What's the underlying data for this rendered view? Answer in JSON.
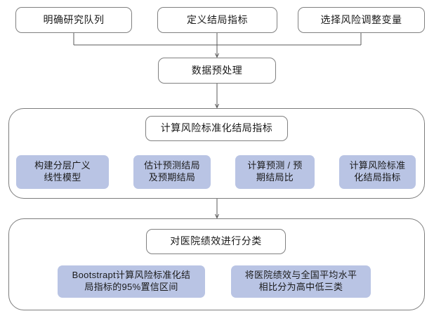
{
  "diagram": {
    "title_semantic": "hospital-performance-risk-standardization-flowchart",
    "colors": {
      "chip_fill": "#b9c4e4",
      "node_stroke": "#808080",
      "group_stroke": "#7d7d7d",
      "connector": "#595959",
      "text": "#1a1a1a",
      "background": "#ffffff"
    },
    "stage1": {
      "inputs": [
        {
          "label": "明确研究队列"
        },
        {
          "label": "定义结局指标"
        },
        {
          "label": "选择风险调整变量"
        }
      ]
    },
    "stage2": {
      "node": {
        "label": "数据预处理"
      }
    },
    "stage3": {
      "header": {
        "label": "计算风险标准化结局指标"
      },
      "steps": [
        {
          "line1": "构建分层广义",
          "line2": "线性模型"
        },
        {
          "line1": "估计预测结局",
          "line2": "及预期结局"
        },
        {
          "line1": "计算预测 / 预",
          "line2": "期结局比"
        },
        {
          "line1": "计算风险标准",
          "line2": "化结局指标"
        }
      ]
    },
    "stage4": {
      "header": {
        "label": "对医院绩效进行分类"
      },
      "steps": [
        {
          "line1": "Bootstrapt计算风险标准化结",
          "line2": "局指标的95%置信区间"
        },
        {
          "line1": "将医院绩效与全国平均水平",
          "line2": "相比分为高中低三类"
        }
      ]
    }
  }
}
